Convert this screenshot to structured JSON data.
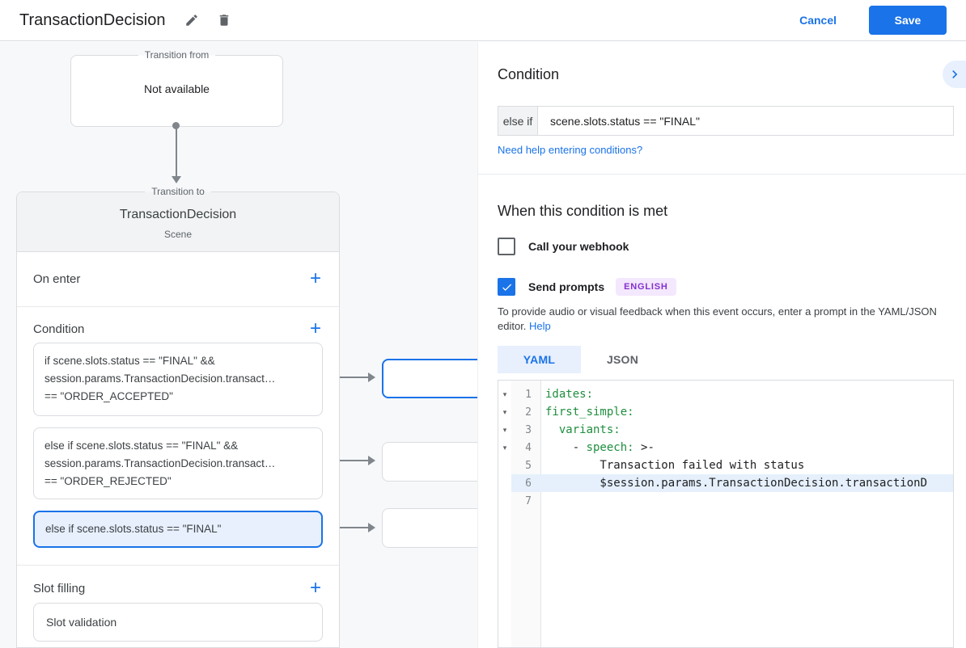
{
  "colors": {
    "accent_blue": "#1a73e8",
    "selected_bg": "#e8f0fe",
    "badge_purple": "#8430ce",
    "badge_bg": "#f3e8fd",
    "code_green": "#1e8e3e"
  },
  "icons": {
    "add": "+",
    "fold": "▾"
  },
  "header": {
    "title": "TransactionDecision",
    "cancel_label": "Cancel",
    "save_label": "Save"
  },
  "flow": {
    "transition_from": {
      "legend": "Transition from",
      "content": "Not available"
    },
    "transition_to": {
      "legend": "Transition to",
      "title": "TransactionDecision",
      "subtitle": "Scene",
      "on_enter": {
        "label": "On enter"
      },
      "condition": {
        "label": "Condition",
        "cards": [
          {
            "lines": [
              "if scene.slots.status == \"FINAL\" &&",
              "session.params.TransactionDecision.transact…",
              "== \"ORDER_ACCEPTED\""
            ],
            "selected": false
          },
          {
            "lines": [
              "else if scene.slots.status == \"FINAL\" &&",
              "session.params.TransactionDecision.transact…",
              "== \"ORDER_REJECTED\""
            ],
            "selected": false
          },
          {
            "lines": [
              "else if scene.slots.status == \"FINAL\""
            ],
            "selected": true
          }
        ]
      },
      "slot_filling": {
        "label": "Slot filling",
        "card": "Slot validation"
      }
    }
  },
  "panel": {
    "title": "Condition",
    "condition": {
      "prefix": "else if",
      "value": "scene.slots.status == \"FINAL\""
    },
    "help_link": "Need help entering conditions?",
    "when_met": {
      "title": "When this condition is met",
      "webhook_label": "Call your webhook",
      "webhook_checked": false,
      "prompts_label": "Send prompts",
      "prompts_checked": true,
      "language_badge": "ENGLISH",
      "description": "To provide audio or visual feedback when this event occurs, enter a prompt in the YAML/JSON editor.",
      "help_link": "Help"
    },
    "editor": {
      "tabs": [
        {
          "label": "YAML",
          "active": true
        },
        {
          "label": "JSON",
          "active": false
        }
      ],
      "lines": [
        {
          "num": "1",
          "seg1": "idates:"
        },
        {
          "num": "2",
          "seg1": "first_simple:"
        },
        {
          "num": "3",
          "seg1": "  variants:"
        },
        {
          "num": "4",
          "seg0": "    - ",
          "seg1": "speech:",
          "seg2": " >-"
        },
        {
          "num": "5",
          "plain": "        Transaction failed with status"
        },
        {
          "num": "6",
          "plain": "        $session.params.TransactionDecision.transactionD",
          "highlighted": true
        },
        {
          "num": "7"
        }
      ]
    }
  }
}
